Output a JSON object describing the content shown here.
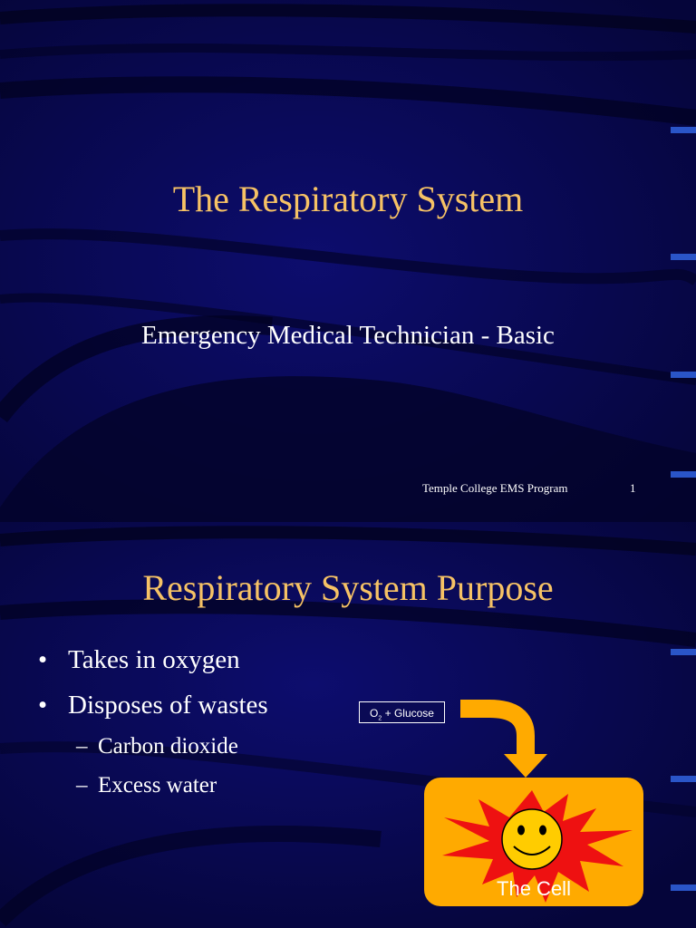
{
  "slide1": {
    "title": "The Respiratory System",
    "subtitle": "Emergency Medical Technician - Basic",
    "footer_text": "Temple College EMS Program",
    "page_number": "1"
  },
  "slide2": {
    "title": "Respiratory System Purpose",
    "bullets": [
      "Takes in oxygen",
      "Disposes of wastes"
    ],
    "sub_bullets": [
      "Carbon dioxide",
      "Excess water"
    ],
    "bullet_glyph": "•",
    "dash_glyph": "–",
    "diagram": {
      "input_label_prefix": "O",
      "input_label_subscript": "2",
      "input_label_suffix": " + Glucose",
      "cell_label": "The Cell"
    }
  },
  "colors": {
    "background": "#0a0a55",
    "title": "#f6c265",
    "text": "#ffffff",
    "cell_fill": "#ffaa00",
    "star": "#ee1111",
    "face": "#ffcc00"
  }
}
